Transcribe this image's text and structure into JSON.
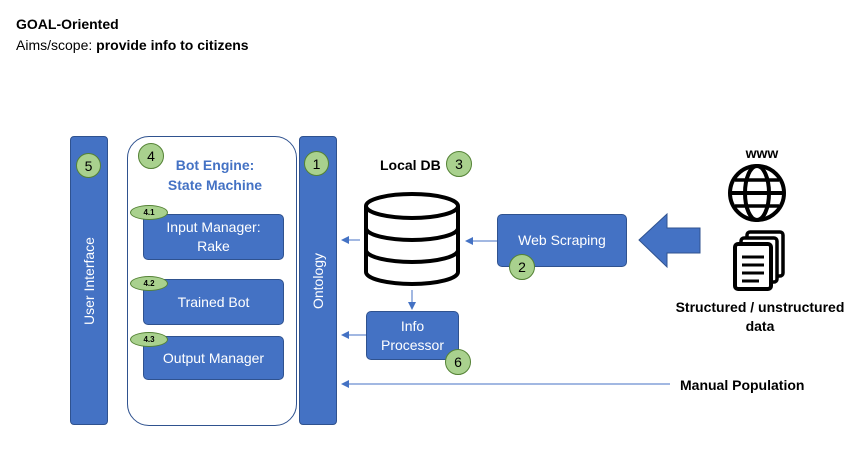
{
  "header": {
    "title": "GOAL-Oriented",
    "scope_prefix": "Aims/scope: ",
    "scope_value": "provide info to citizens"
  },
  "user_interface": {
    "label": "User Interface",
    "badge": "5"
  },
  "bot_engine": {
    "title_line1": "Bot Engine:",
    "title_line2": "State Machine",
    "badge": "4",
    "modules": [
      {
        "label_line1": "Input Manager:",
        "label_line2": "Rake",
        "badge": "4.1"
      },
      {
        "label": "Trained Bot",
        "badge": "4.2"
      },
      {
        "label": "Output Manager",
        "badge": "4.3"
      }
    ]
  },
  "ontology": {
    "label": "Ontology",
    "badge": "1"
  },
  "local_db": {
    "label": "Local DB",
    "badge": "3"
  },
  "web_scraping": {
    "label": "Web Scraping",
    "badge": "2"
  },
  "info_processor": {
    "label_line1": "Info",
    "label_line2": "Processor",
    "badge": "6"
  },
  "sources": {
    "www_label": "www",
    "data_label_line1": "Structured / unstructured",
    "data_label_line2": "data",
    "globe_icon": "globe-icon",
    "documents_icon": "documents-icon"
  },
  "manual_population": {
    "label": "Manual Population"
  },
  "colors": {
    "box_fill": "#4472c4",
    "box_border": "#2f528f",
    "badge_fill": "#a9d18e",
    "badge_border": "#548235",
    "engine_title": "#4472c4"
  }
}
